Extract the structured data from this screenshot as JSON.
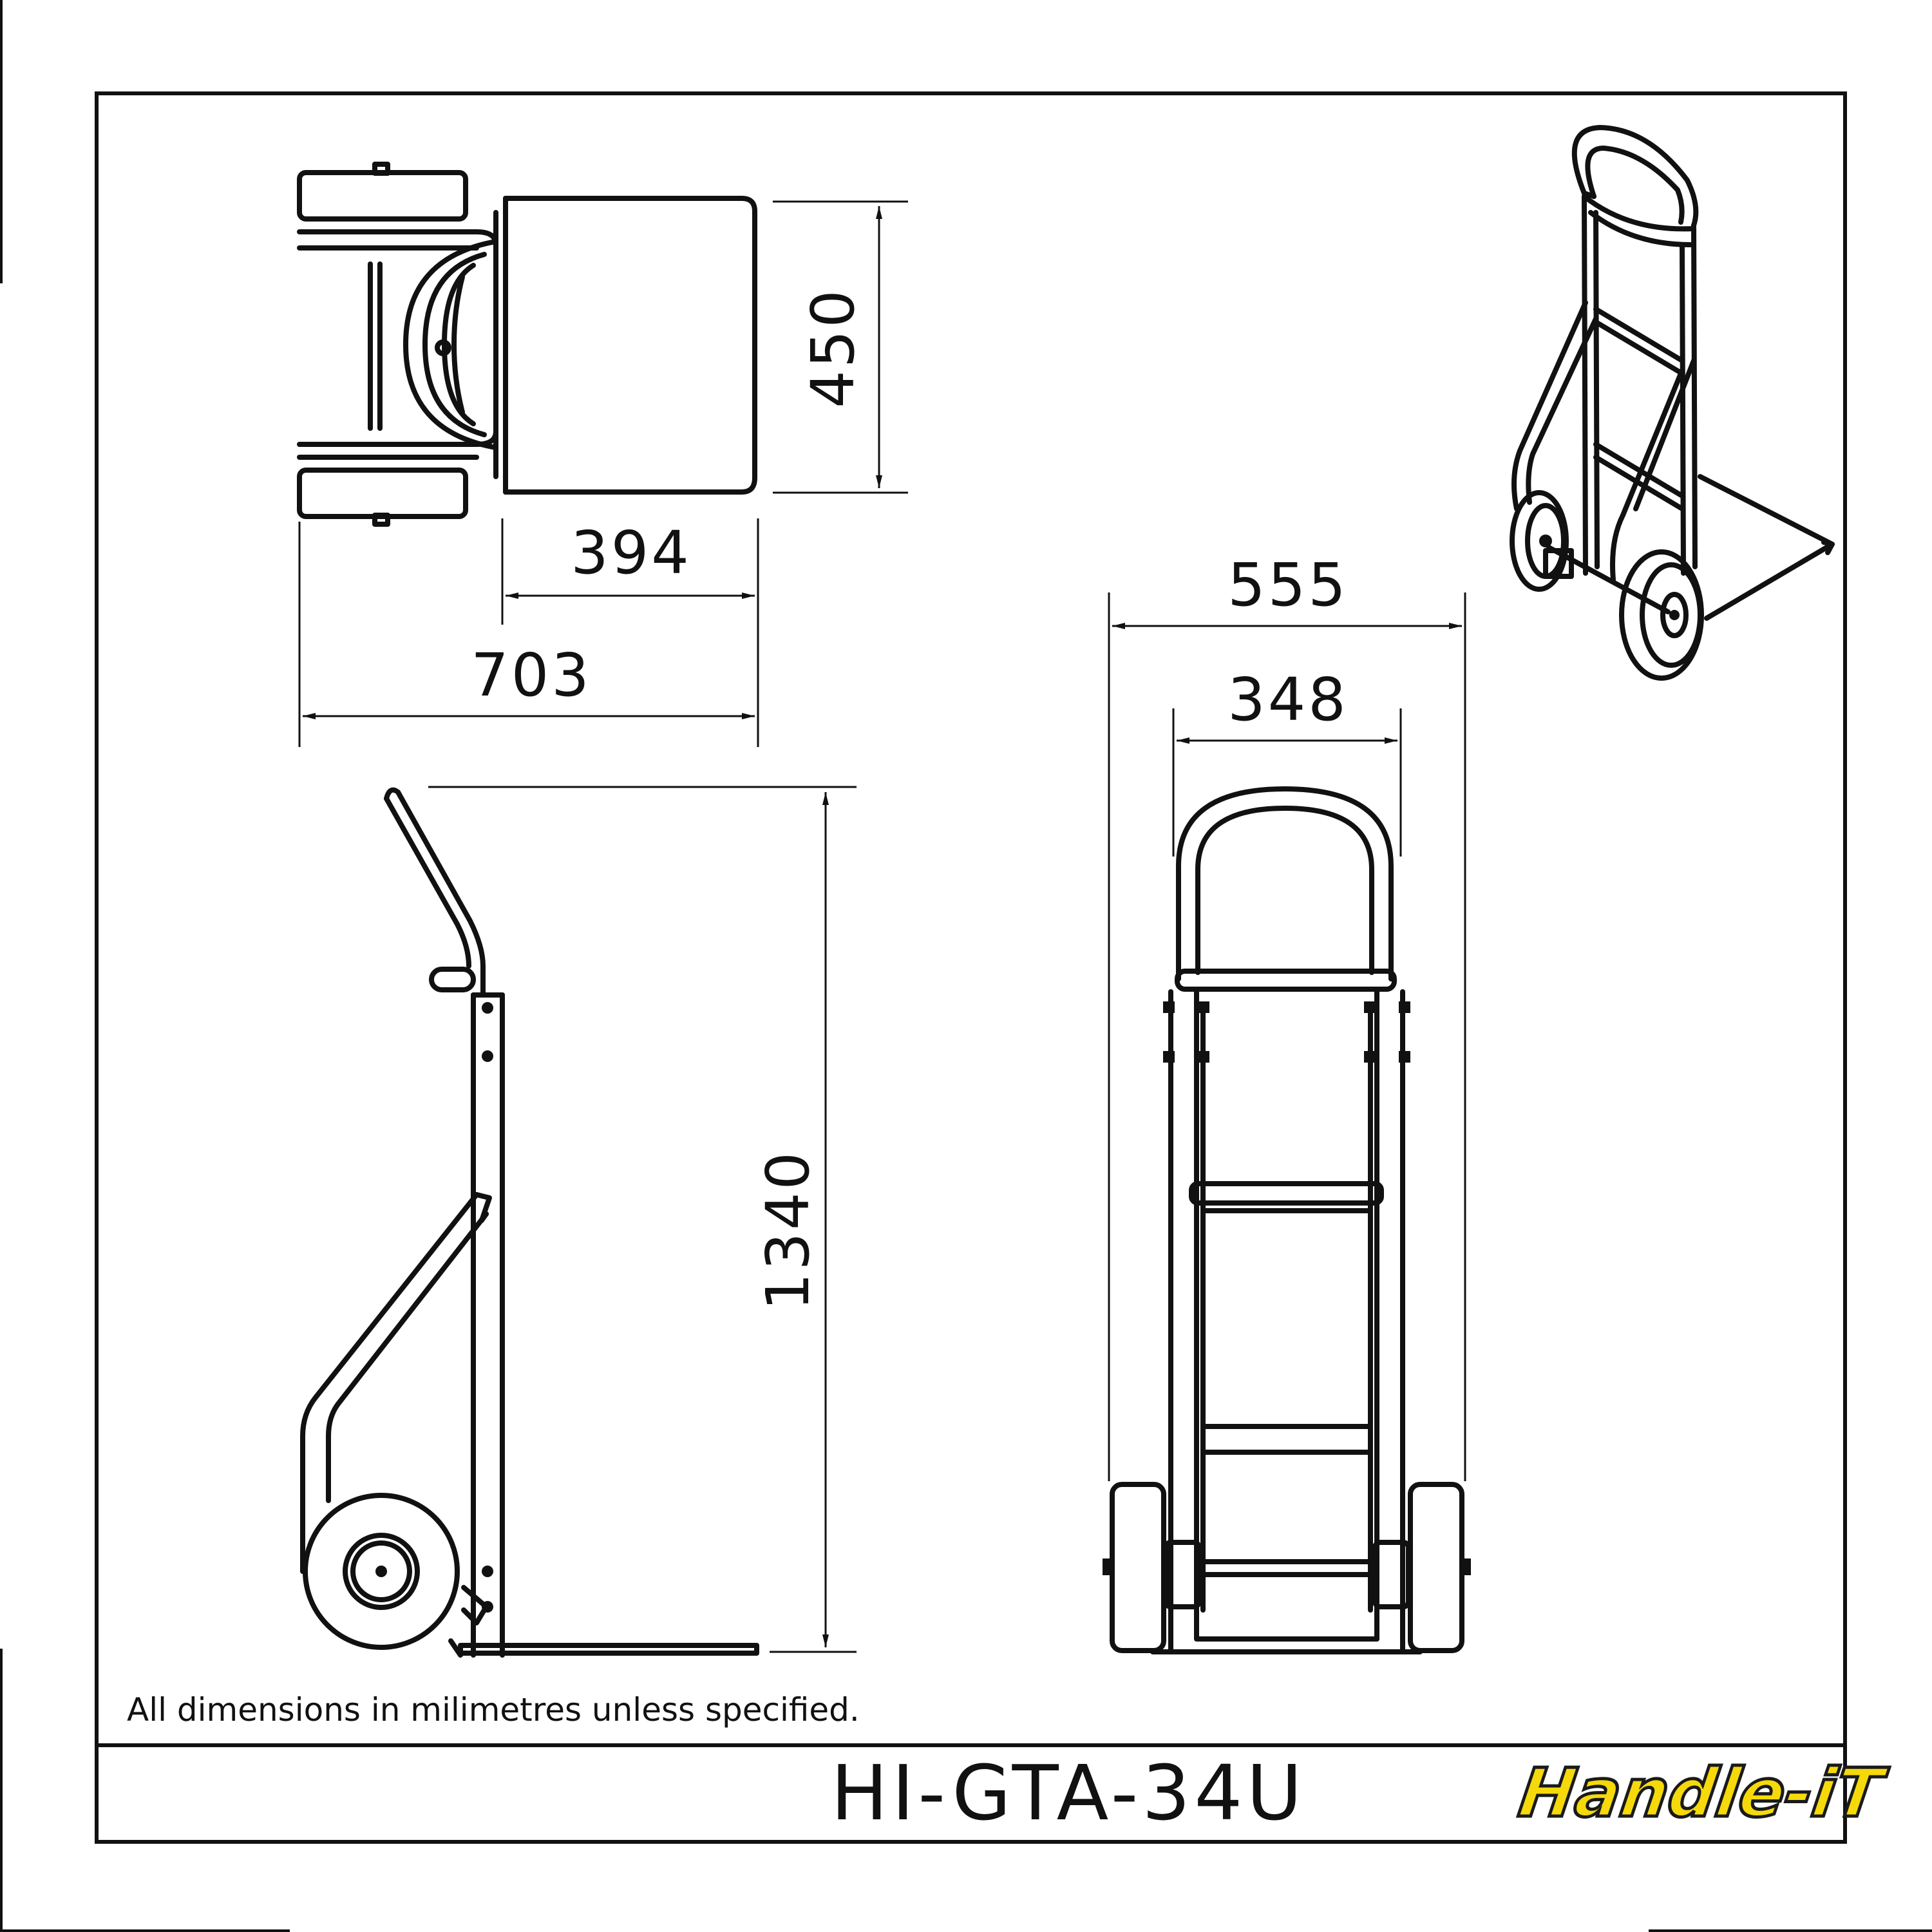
{
  "dimensions": {
    "top_width": "450",
    "top_platform_depth": "394",
    "top_overall_depth": "703",
    "side_height": "1340",
    "front_overall_width": "555",
    "front_inner_width": "348"
  },
  "note": "All dimensions in milimetres unless specified.",
  "title_block": {
    "product_code": "HI-GTA-34U",
    "logo_text": "Handle-iT"
  },
  "colors": {
    "line": "#111111",
    "logo_fill": "#f5d90a",
    "logo_stroke": "#1a1a1a"
  }
}
